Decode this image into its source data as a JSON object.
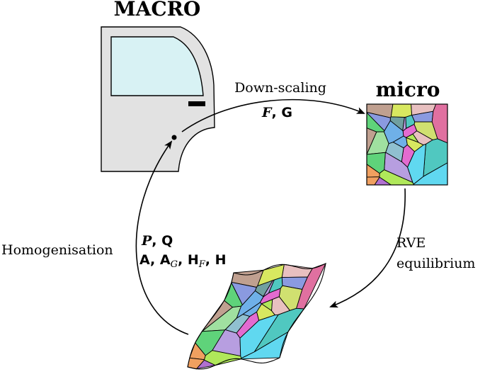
{
  "titles": {
    "macro": "MACRO",
    "micro": "micro"
  },
  "arrows": {
    "downscaling": {
      "label": "Down-scaling",
      "vars_italic": "F",
      "vars_rest": ", G"
    },
    "rve": {
      "line1": "RVE",
      "line2": "equilibrium"
    },
    "homogenisation": {
      "label": "Homogenisation",
      "line1_italic": "P",
      "line1_rest": ", Q",
      "line2_a": "A, A",
      "line2_sub_g": "G",
      "line2_b": ", H",
      "line2_sub_f": "F",
      "line2_c": ", H"
    }
  },
  "colors": {
    "door_fill": "#e2e2e2",
    "window_fill": "#d8f2f4",
    "grain_palette": [
      "#e36bd0",
      "#5fd37a",
      "#6fb0e8",
      "#f0a060",
      "#b0e85a",
      "#b79ee0",
      "#e8c0c0",
      "#50c8c0",
      "#8a9ae0",
      "#d8e860",
      "#c0a090",
      "#60d8f0",
      "#a0e0a0",
      "#e070a0",
      "#90c0d0",
      "#d0e070",
      "#b070d0",
      "#70a0a0"
    ]
  }
}
